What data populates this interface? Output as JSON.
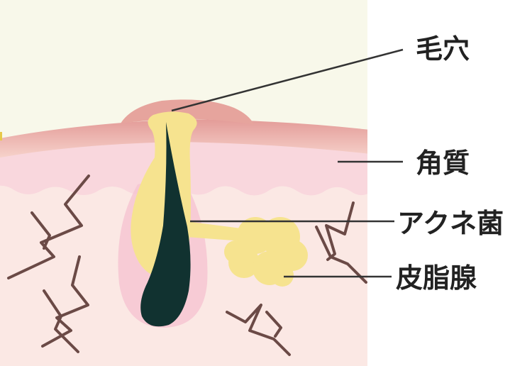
{
  "labels": {
    "pore": "毛穴",
    "stratum_corneum": "角質",
    "acne_bacteria": "アクネ菌",
    "sebaceous_gland": "皮脂腺"
  },
  "colors": {
    "background": "#ffffff",
    "air": "#f8f8ea",
    "dermis": "#fbe8e4",
    "epidermis": "#f9d7dd",
    "stratum_corneum_top": "#e39b98",
    "stratum_corneum_bottom": "#f7d4cc",
    "pore_bump": "#e6a49d",
    "sebum": "#f6e38f",
    "hair": "#113230",
    "follicle_sheath": "#f6c6d2",
    "nerve_lines": "#6b4a46",
    "leader_lines": "#333333",
    "label_text": "#222222"
  },
  "icons": {
    "hair": "hair-shaft-icon",
    "nerves": "zigzag-line-icon"
  }
}
